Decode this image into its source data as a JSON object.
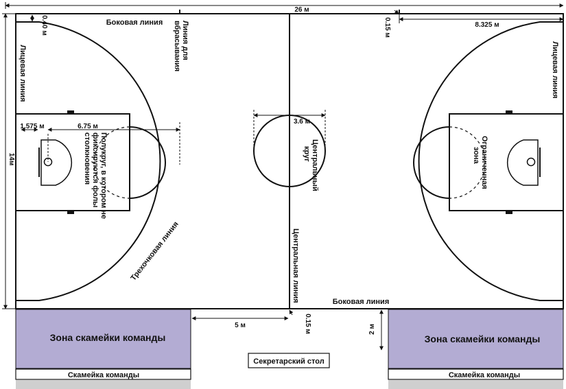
{
  "dimensions": {
    "length": "26 м",
    "width": "14м",
    "sideline_gap": "0.40 м",
    "gap_015_top": "0.15 м",
    "three_point_distance": "8.325 м",
    "circle_diameter": "3.6 м",
    "lane_offset": "1.575 м",
    "three_point_radius": "6.75 м",
    "bench_distance": "5 м",
    "gap_015_bottom": "0.15 м",
    "bench_depth": "2 м"
  },
  "labels": {
    "sideline_top": "Боковая линия",
    "sideline_bottom": "Боковая линия",
    "endline_left": "Лицевая линия",
    "endline_right": "Лицевая линия",
    "throw_in_line": "Линия для вбрасывания",
    "no_charge_semicircle": "Полукруг, в котором не фиксируются фолы столкновения",
    "center_circle": "Центральный круг",
    "center_line": "Центральная линия",
    "three_point_line": "Трехочковая линия",
    "restricted_area": "Ограниченная зона",
    "bench_zone_left": "Зона скамейки команды",
    "bench_zone_right": "Зона скамейки команды",
    "bench_left": "Скамейка команды",
    "bench_right": "Скамейка команды",
    "scorer_table": "Секретарский стол"
  },
  "colors": {
    "bench_zone": "#b3acd3",
    "bench_shadow": "#cfcfcf",
    "line": "#111111"
  }
}
